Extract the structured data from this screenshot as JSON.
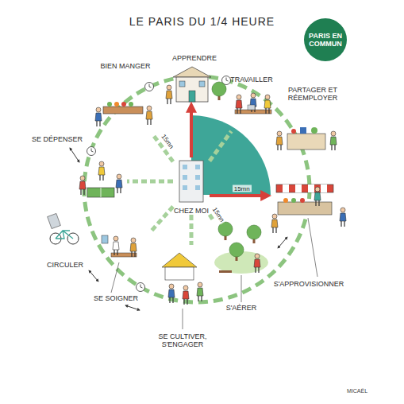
{
  "diagram": {
    "title": "LE PARIS DU 1/4 HEURE",
    "nodes": [
      {
        "text": [
          "CHEZ MOI"
        ]
      },
      {
        "text": [
          "APPRENDRE"
        ]
      },
      {
        "text": [
          "TRAVAILLER"
        ]
      },
      {
        "text": [
          "PARTAGER ET RÉEMPLOYER"
        ]
      },
      {
        "text": [
          "S'APPROVISIONNER"
        ]
      },
      {
        "text": [
          "S'AÉRER"
        ]
      },
      {
        "text": [
          "SE CULTIVER, S'ENGAGER"
        ]
      },
      {
        "text": [
          "SE SOIGNER"
        ]
      },
      {
        "text": [
          "CIRCULER"
        ]
      },
      {
        "text": [
          "SE DÉPENSER"
        ]
      },
      {
        "text": [
          "BIEN MANGER"
        ]
      }
    ],
    "edges": [
      {
        "from": 0,
        "to": 10,
        "arrow": "none",
        "label": "15mn"
      },
      {
        "from": 0,
        "to": 1,
        "arrow": "to"
      },
      {
        "from": 0,
        "to": 2,
        "arrow": "none"
      },
      {
        "from": 0,
        "to": 4,
        "arrow": "to",
        "label": "15mn"
      },
      {
        "from": 0,
        "to": 5,
        "arrow": "none",
        "label": "15mn"
      },
      {
        "from": 0,
        "to": 6,
        "arrow": "none"
      },
      {
        "from": 0,
        "to": 7,
        "arrow": "none"
      },
      {
        "from": 0,
        "to": 9,
        "arrow": "none"
      }
    ],
    "labels": [
      "PARIS EN COMMUN",
      "MICAËL"
    ]
  }
}
